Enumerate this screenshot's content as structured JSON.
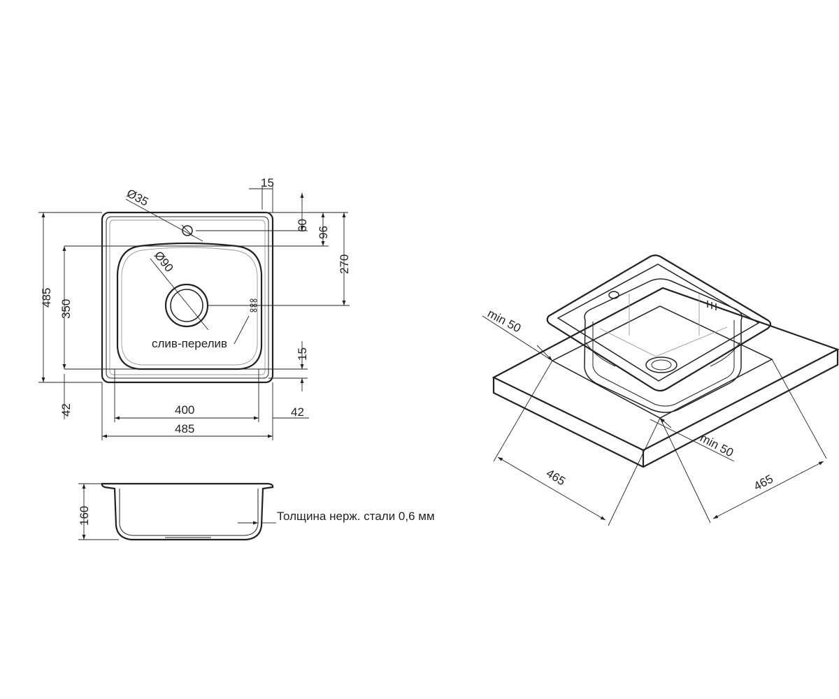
{
  "top_view": {
    "tap_hole_dia": "Ø35",
    "drain_dia": "Ø90",
    "drain_overflow_label": "слив-перелив",
    "dim_rim_top": "15",
    "dim_tap_offset": "60",
    "dim_bowl_top": "96",
    "dim_drain_offset": "270",
    "dim_bowl_bottom": "15",
    "dim_total_height": "485",
    "dim_bowl_height": "350",
    "dim_left_margin": "42",
    "dim_right_margin": "42",
    "dim_bowl_width": "400",
    "dim_total_width": "485"
  },
  "section_view": {
    "dim_depth": "160",
    "thickness_note": "Толщина нерж. стали 0,6 мм"
  },
  "install_view": {
    "min_left": "min 50",
    "min_right": "min 50",
    "cutout_left": "465",
    "cutout_right": "465"
  }
}
